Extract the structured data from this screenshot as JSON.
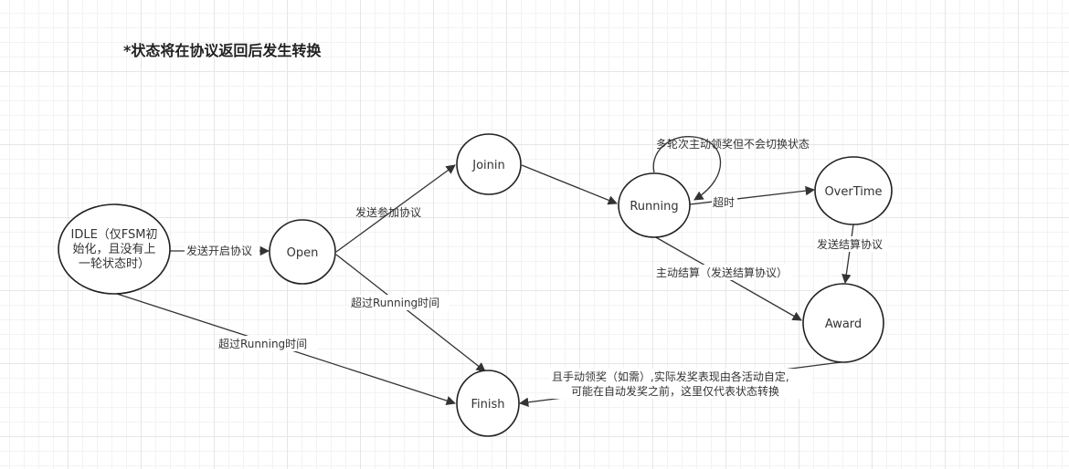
{
  "title": "*状态将在协议返回后发生转换",
  "nodes": {
    "idle": {
      "lines": [
        "IDLE（仅FSM初",
        "始化，且没有上",
        "一轮状态时）"
      ]
    },
    "open": {
      "label": "Open"
    },
    "joinin": {
      "label": "Joinin"
    },
    "running": {
      "label": "Running"
    },
    "overtime": {
      "label": "OverTime"
    },
    "award": {
      "label": "Award"
    },
    "finish": {
      "label": "Finish"
    }
  },
  "edges": {
    "idle_open": "发送开启协议",
    "open_joinin": "发送参加协议",
    "open_finish": "超过Running时间",
    "idle_finish": "超过Running时间",
    "running_self": "多轮次主动领奖但不会切换状态",
    "running_overtime": "超时",
    "overtime_award": "发送结算协议",
    "running_award": "主动结算（发送结算协议）",
    "award_finish": [
      "且手动领奖（如需）,实际发奖表现由各活动自定,",
      "可能在自动发奖之前，这里仅代表状态转换"
    ]
  }
}
